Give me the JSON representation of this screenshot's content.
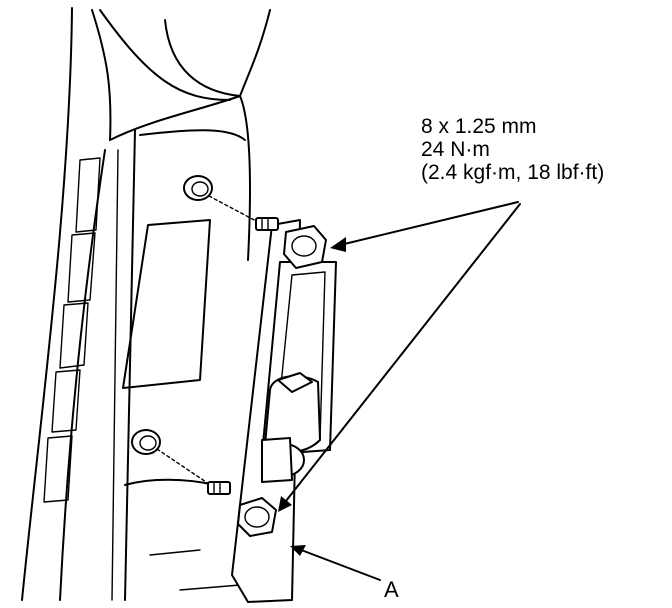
{
  "callouts": {
    "bolt_spec": {
      "size": "8 x 1.25 mm",
      "torque_nm": "24 N·m",
      "torque_alt": "(2.4 kgf·m, 18 lbf·ft)"
    },
    "part_label": "A"
  },
  "colors": {
    "line": "#000000",
    "background": "#ffffff"
  }
}
